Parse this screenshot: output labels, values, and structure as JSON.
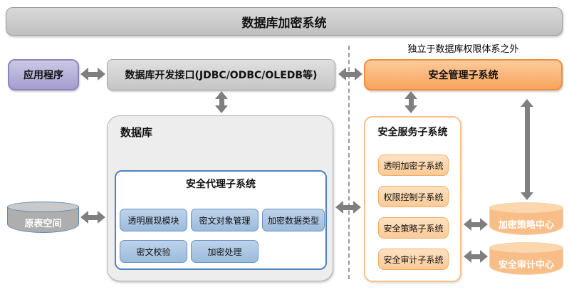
{
  "banner": {
    "title": "数据库加密系统"
  },
  "nodes": {
    "application": {
      "label": "应用程序"
    },
    "dev_interface": {
      "label": "数据库开发接口(JDBC/ODBC/OLEDB等)"
    },
    "security_mgmt": {
      "label": "安全管理子系统",
      "note": "独立于数据库权限体系之外"
    },
    "database": {
      "label": "数据库"
    },
    "security_agent": {
      "title": "安全代理子系统",
      "modules": [
        "透明展现模块",
        "密文对象管理",
        "加密数据类型",
        "密文校验",
        "加密处理"
      ]
    },
    "security_services": {
      "title": "安全服务子系统",
      "subsystems": [
        "透明加密子系统",
        "权限控制子系统",
        "安全策略子系统",
        "安全审计子系统"
      ]
    },
    "source_tablespace": {
      "label": "原表空间"
    },
    "policy_center": {
      "label": "加密策略中心"
    },
    "audit_center": {
      "label": "安全审计中心"
    }
  },
  "colors": {
    "orange_border": "#ee8f3e",
    "orange_fill": "#f9be88",
    "blue_border": "#4f81bd",
    "blue_fill": "#9cbbdc",
    "purple_fill": "#a49ecf",
    "gray_fill": "#c6c6c6",
    "arrow_gray": "#7f7f7f"
  }
}
